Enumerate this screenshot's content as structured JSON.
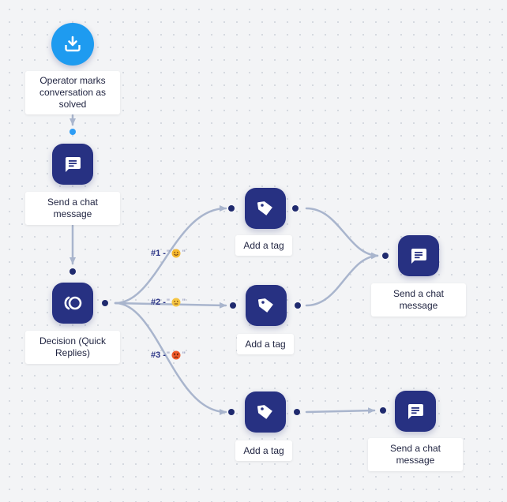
{
  "nodes": {
    "trigger": {
      "label": "Operator marks conversation as solved",
      "icon": "download-tray-icon"
    },
    "send1": {
      "label": "Send a chat message",
      "icon": "chat-message-icon"
    },
    "decision": {
      "label": "Decision (Quick Replies)",
      "icon": "decision-icon"
    },
    "tag1": {
      "label": "Add a tag",
      "icon": "tag-icon"
    },
    "tag2": {
      "label": "Add a tag",
      "icon": "tag-icon"
    },
    "tag3": {
      "label": "Add a tag",
      "icon": "tag-icon"
    },
    "send2": {
      "label": "Send a chat message",
      "icon": "chat-message-icon"
    },
    "send3": {
      "label": "Send a chat message",
      "icon": "chat-message-icon"
    }
  },
  "branches": [
    {
      "prefix": "#1 - ",
      "open_quote": "\"",
      "close_quote": "\"",
      "emoji": "smiling-face",
      "emoji_color": "#f5b82e"
    },
    {
      "prefix": "#2 - ",
      "open_quote": "\"",
      "close_quote": "\"",
      "emoji": "neutral-face",
      "emoji_color": "#f5c542"
    },
    {
      "prefix": "#3 - ",
      "open_quote": "\"",
      "close_quote": "\"",
      "emoji": "angry-face",
      "emoji_color": "#ef5a2a"
    }
  ],
  "colors": {
    "node": "#273182",
    "trigger": "#1e9bf0",
    "edge": "#a9b5cd",
    "dot": "#1f2a6e",
    "branch_text": "#2a3386"
  }
}
